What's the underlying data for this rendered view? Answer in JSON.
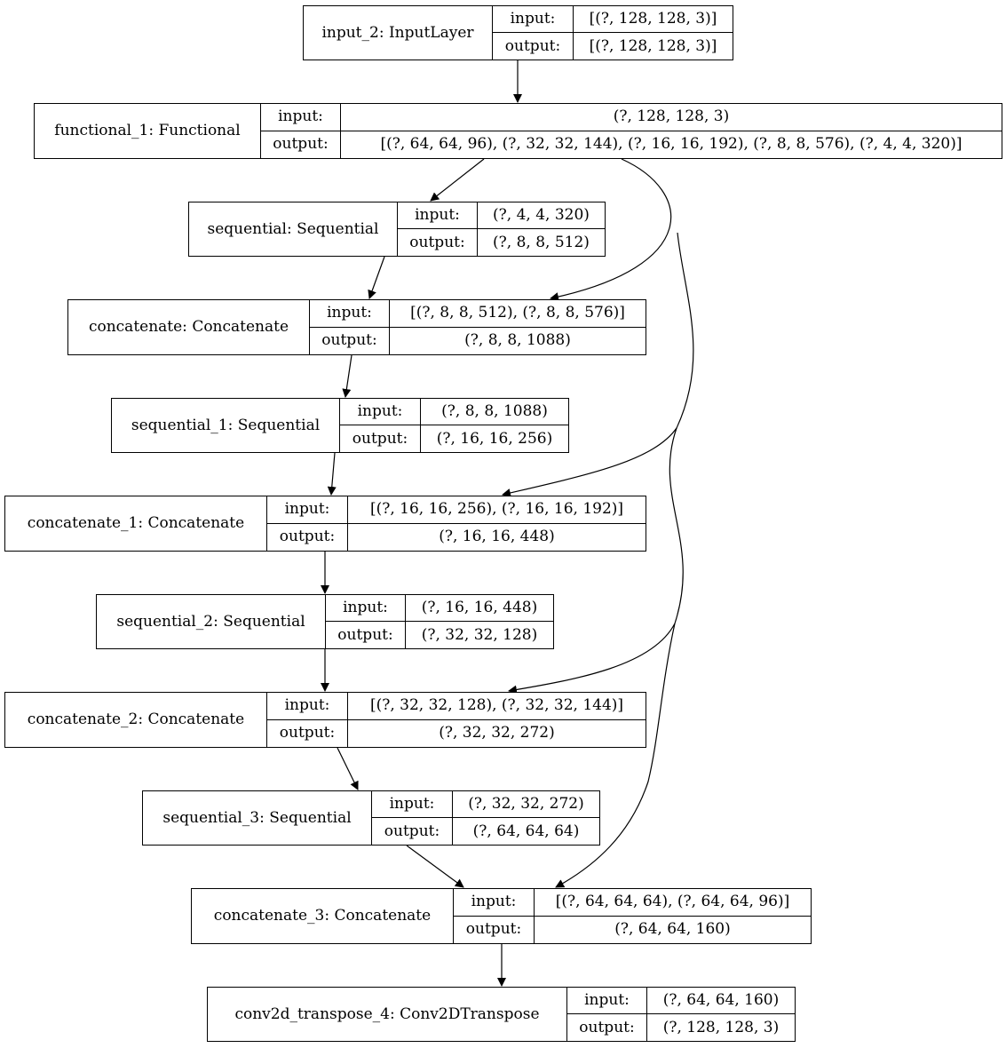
{
  "nodes": [
    {
      "id": "n0",
      "name": "input_2: InputLayer",
      "input_label": "input:",
      "output_label": "output:",
      "input": "[(?, 128, 128, 3)]",
      "output": "[(?, 128, 128, 3)]"
    },
    {
      "id": "n1",
      "name": "functional_1: Functional",
      "input_label": "input:",
      "output_label": "output:",
      "input": "(?, 128, 128, 3)",
      "output": "[(?, 64, 64, 96), (?, 32, 32, 144), (?, 16, 16, 192), (?, 8, 8, 576), (?, 4, 4, 320)]"
    },
    {
      "id": "n2",
      "name": "sequential: Sequential",
      "input_label": "input:",
      "output_label": "output:",
      "input": "(?, 4, 4, 320)",
      "output": "(?, 8, 8, 512)"
    },
    {
      "id": "n3",
      "name": "concatenate: Concatenate",
      "input_label": "input:",
      "output_label": "output:",
      "input": "[(?, 8, 8, 512), (?, 8, 8, 576)]",
      "output": "(?, 8, 8, 1088)"
    },
    {
      "id": "n4",
      "name": "sequential_1: Sequential",
      "input_label": "input:",
      "output_label": "output:",
      "input": "(?, 8, 8, 1088)",
      "output": "(?, 16, 16, 256)"
    },
    {
      "id": "n5",
      "name": "concatenate_1: Concatenate",
      "input_label": "input:",
      "output_label": "output:",
      "input": "[(?, 16, 16, 256), (?, 16, 16, 192)]",
      "output": "(?, 16, 16, 448)"
    },
    {
      "id": "n6",
      "name": "sequential_2: Sequential",
      "input_label": "input:",
      "output_label": "output:",
      "input": "(?, 16, 16, 448)",
      "output": "(?, 32, 32, 128)"
    },
    {
      "id": "n7",
      "name": "concatenate_2: Concatenate",
      "input_label": "input:",
      "output_label": "output:",
      "input": "[(?, 32, 32, 128), (?, 32, 32, 144)]",
      "output": "(?, 32, 32, 272)"
    },
    {
      "id": "n8",
      "name": "sequential_3: Sequential",
      "input_label": "input:",
      "output_label": "output:",
      "input": "(?, 32, 32, 272)",
      "output": "(?, 64, 64, 64)"
    },
    {
      "id": "n9",
      "name": "concatenate_3: Concatenate",
      "input_label": "input:",
      "output_label": "output:",
      "input": "[(?, 64, 64, 64), (?, 64, 64, 96)]",
      "output": "(?, 64, 64, 160)"
    },
    {
      "id": "n10",
      "name": "conv2d_transpose_4: Conv2DTranspose",
      "input_label": "input:",
      "output_label": "output:",
      "input": "(?, 64, 64, 160)",
      "output": "(?, 128, 128, 3)"
    }
  ],
  "edges": [
    {
      "from": "input_2",
      "to": "functional_1"
    },
    {
      "from": "functional_1",
      "to": "sequential"
    },
    {
      "from": "functional_1",
      "to": "concatenate"
    },
    {
      "from": "sequential",
      "to": "concatenate"
    },
    {
      "from": "concatenate",
      "to": "sequential_1"
    },
    {
      "from": "functional_1",
      "to": "concatenate_1"
    },
    {
      "from": "sequential_1",
      "to": "concatenate_1"
    },
    {
      "from": "concatenate_1",
      "to": "sequential_2"
    },
    {
      "from": "functional_1",
      "to": "concatenate_2"
    },
    {
      "from": "sequential_2",
      "to": "concatenate_2"
    },
    {
      "from": "concatenate_2",
      "to": "sequential_3"
    },
    {
      "from": "sequential_3",
      "to": "concatenate_3"
    },
    {
      "from": "functional_1",
      "to": "concatenate_3"
    },
    {
      "from": "concatenate_3",
      "to": "conv2d_transpose_4"
    }
  ],
  "colors": {
    "line": "#000000",
    "background": "#ffffff"
  }
}
